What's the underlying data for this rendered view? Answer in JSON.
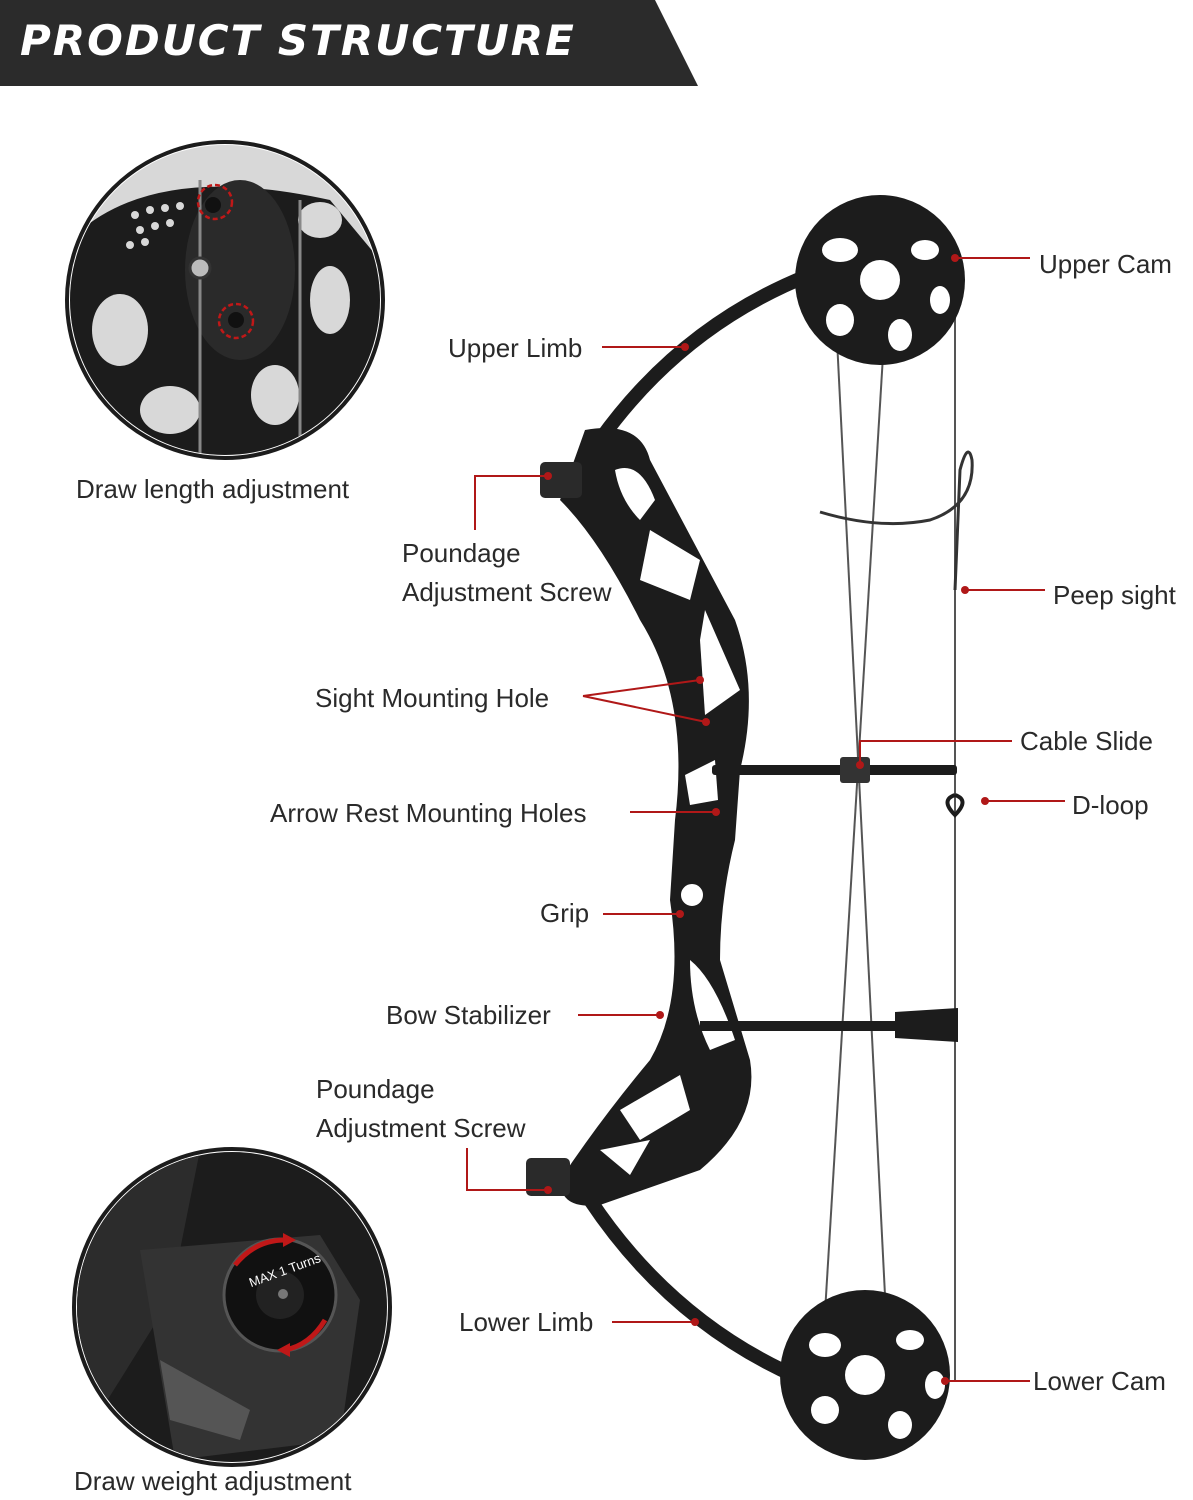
{
  "header": {
    "title": "PRODUCT STRUCTURE"
  },
  "labels": {
    "upper_cam": "Upper Cam",
    "upper_limb": "Upper Limb",
    "poundage_upper_line1": "Poundage",
    "poundage_upper_line2": "Adjustment Screw",
    "peep_sight": "Peep sight",
    "sight_mounting_hole": "Sight Mounting Hole",
    "cable_slide": "Cable Slide",
    "d_loop": "D-loop",
    "arrow_rest_holes": "Arrow Rest Mounting Holes",
    "grip": "Grip",
    "bow_stabilizer": "Bow Stabilizer",
    "poundage_lower_line1": "Poundage",
    "poundage_lower_line2": "Adjustment Screw",
    "lower_limb": "Lower Limb",
    "lower_cam": "Lower Cam"
  },
  "insets": {
    "top_caption": "Draw length adjustment",
    "bottom_caption": "Draw weight adjustment",
    "dial_text": "MAX 1 Turns"
  },
  "colors": {
    "header_bg": "#2b2b2b",
    "leader": "#b01818",
    "bow": "#1c1c1c"
  }
}
